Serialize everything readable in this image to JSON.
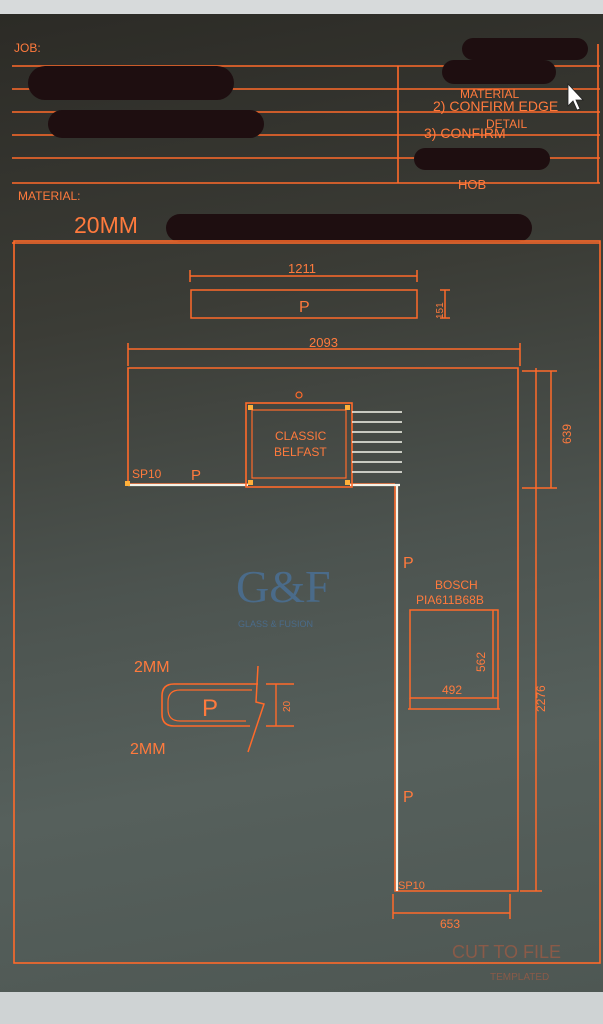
{
  "header": {
    "job_label": "JOB:",
    "notes": [
      "2) CONFIRM EDGE",
      "MATERIAL",
      "DETAIL",
      "3) CONFIRM",
      "HOB"
    ],
    "material_label": "MATERIAL:",
    "material_value": "20MM"
  },
  "drawing": {
    "upstand": {
      "length": "1211",
      "height": "151",
      "mark": "P"
    },
    "top_length": "2093",
    "top_depth": "639",
    "sink": {
      "line1": "CLASSIC",
      "line2": "BELFAST"
    },
    "splash_left": "SP10",
    "mark_left": "P",
    "return_length": "2276",
    "return_width": "653",
    "mark_return_upper": "P",
    "mark_return_lower": "P",
    "splash_bottom": "SP10",
    "hob": {
      "brand": "BOSCH",
      "model": "PIA611B68B",
      "width": "492",
      "depth": "562"
    },
    "edge_detail": {
      "top_radius": "2MM",
      "bottom_radius": "2MM",
      "mark": "P",
      "thickness": "20"
    },
    "stamp_cut": "CUT TO FILE",
    "stamp_templated": "TEMPLATED"
  },
  "logo": {
    "mark": "G&F",
    "tagline": "GLASS & FUSION"
  },
  "colors": {
    "cad_orange": "#ff7a3d",
    "cad_white": "#f4f4ea",
    "logo_blue": "#4a6b8a"
  }
}
